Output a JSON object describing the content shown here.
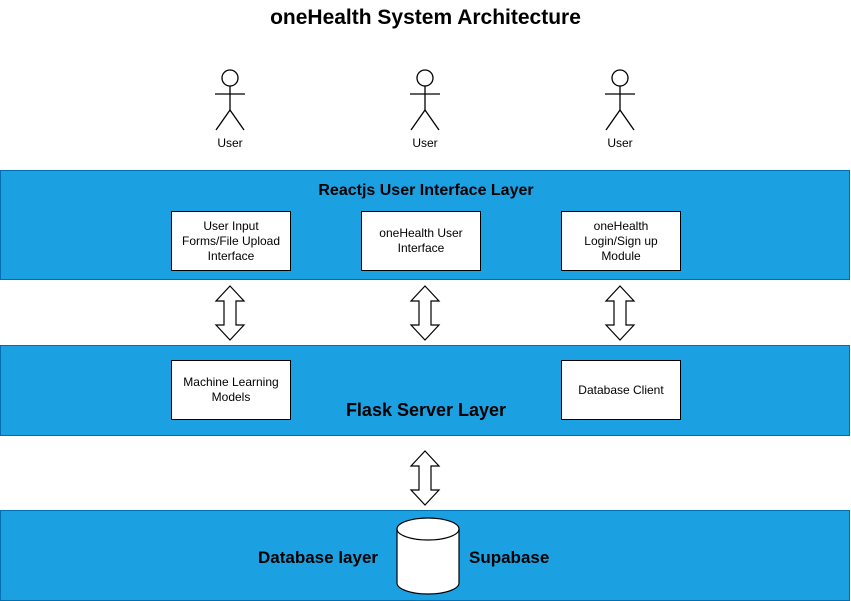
{
  "title": "oneHealth System Architecture",
  "actors": [
    {
      "label": "User"
    },
    {
      "label": "User"
    },
    {
      "label": "User"
    }
  ],
  "ui_layer": {
    "title": "Reactjs User Interface Layer",
    "boxes": [
      {
        "label": "User Input Forms/File Upload Interface"
      },
      {
        "label": "oneHealth User Interface"
      },
      {
        "label": "oneHealth Login/Sign up Module"
      }
    ]
  },
  "server_layer": {
    "title": "Flask Server Layer",
    "boxes": [
      {
        "label": "Machine Learning Models"
      },
      {
        "label": "Database Client"
      }
    ]
  },
  "db_layer": {
    "title": "Database layer",
    "db_label": "Supabase"
  },
  "colors": {
    "layer_fill": "#1ba1e2",
    "layer_stroke": "#006eaf"
  }
}
